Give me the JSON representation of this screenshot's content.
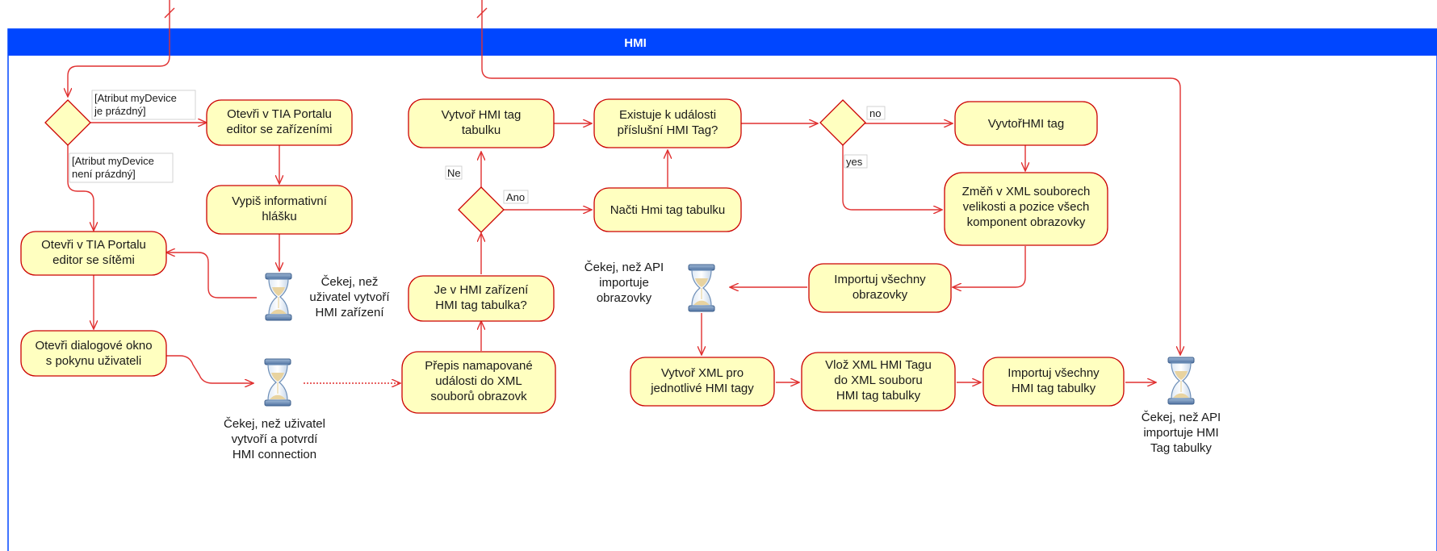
{
  "pool": {
    "title": "HMI"
  },
  "nodes": {
    "open_device_editor": {
      "lines": [
        "Otevři  v TIA Portalu",
        "editor se zařízeními"
      ]
    },
    "print_info": {
      "lines": [
        "Vypiš informativní",
        "hlášku"
      ]
    },
    "open_network_editor": {
      "lines": [
        "Otevři  v TIA Portalu",
        "editor se sítěmi"
      ]
    },
    "open_dialog": {
      "lines": [
        "Otevři dialogové okno",
        "s pokynu uživateli"
      ]
    },
    "rewrite_events": {
      "lines": [
        "Přepis namapované",
        "události do XML",
        "souborů obrazovk"
      ]
    },
    "check_table": {
      "lines": [
        "Je v HMI zařízení",
        "HMI tag tabulka?"
      ]
    },
    "create_table": {
      "lines": [
        "Vytvoř HMI tag",
        "tabulku"
      ]
    },
    "load_table": {
      "lines": [
        "Načti Hmi tag tabulku"
      ]
    },
    "tag_exists": {
      "lines": [
        "Existuje k události",
        "příslušní HMI Tag?"
      ]
    },
    "create_tag": {
      "lines": [
        "VyvtořHMI tag"
      ]
    },
    "change_xml": {
      "lines": [
        "Změň v XML souborech",
        "velikosti a pozice všech",
        "komponent obrazovky"
      ]
    },
    "import_screens": {
      "lines": [
        "Importuj všechny",
        "obrazovky"
      ]
    },
    "create_xml": {
      "lines": [
        "Vytvoř XML pro",
        "jednotlivé HMI tagy"
      ]
    },
    "insert_xml": {
      "lines": [
        "Vlož XML HMI Tagu",
        "do XML souboru",
        "HMI tag tabulky"
      ]
    },
    "import_tables": {
      "lines": [
        "Importuj všechny",
        "HMI tag tabulky"
      ]
    }
  },
  "waits": {
    "wait_device": {
      "lines": [
        "Čekej, než",
        "uživatel vytvoří",
        "HMI zařízení"
      ]
    },
    "wait_conn": {
      "lines": [
        "Čekej, než uživatel",
        "vytvoří a potvrdí",
        "HMI connection"
      ]
    },
    "wait_screens": {
      "lines": [
        "Čekej, než API",
        "importuje",
        "obrazovky"
      ]
    },
    "wait_tables": {
      "lines": [
        "Čekej, než API",
        "importuje HMI",
        "Tag tabulky"
      ]
    }
  },
  "guards": {
    "empty": {
      "lines": [
        "[Atribut myDevice",
        "je prázdný]"
      ]
    },
    "not_empty": {
      "lines": [
        "[Atribut myDevice",
        "není prázdný]"
      ]
    },
    "ne": "Ne",
    "ano": "Ano",
    "no": "no",
    "yes": "yes"
  },
  "colors": {
    "pool_header": "#0046ff",
    "pool_border": "#0046ff",
    "node_fill": "#ffffc0",
    "node_stroke": "#cc0000",
    "arrow": "#e03030",
    "hourglass_frame": "#6e8fb8",
    "sand": "#e8d3a0"
  }
}
